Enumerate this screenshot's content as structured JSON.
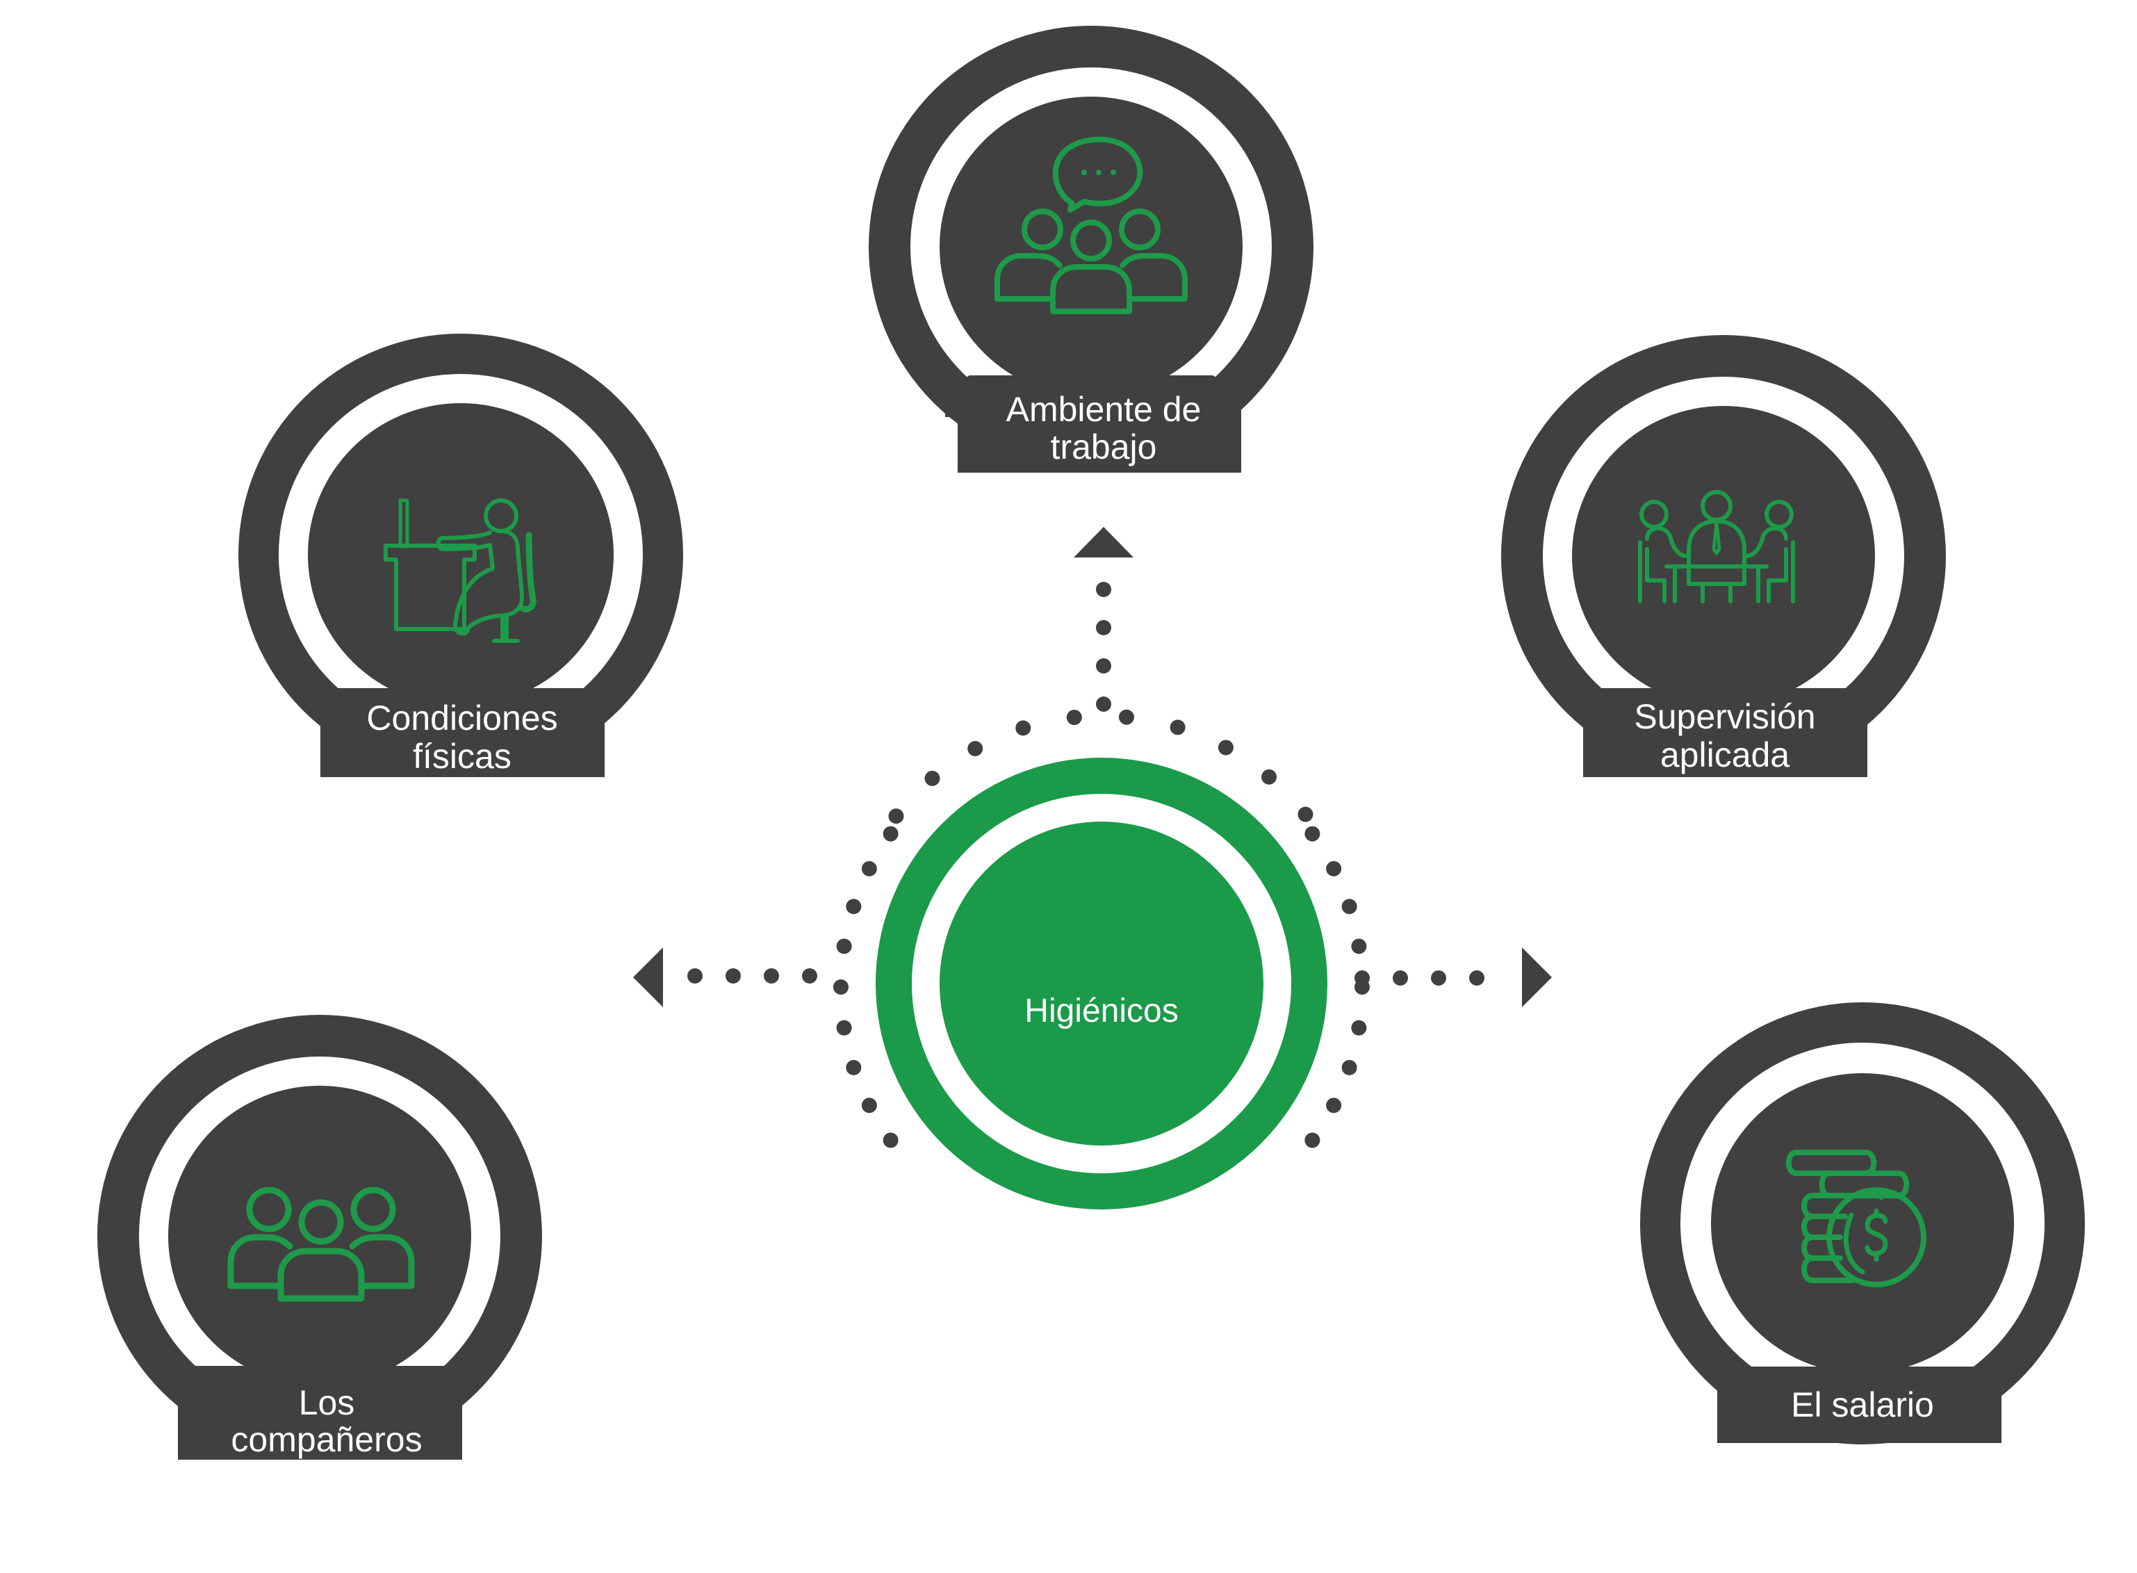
{
  "colors": {
    "dark": "#404040",
    "green": "#1b9a4a",
    "icon_green": "#1e9a4a",
    "white": "#ffffff"
  },
  "center": {
    "label": "Higiénicos"
  },
  "factors": [
    {
      "id": "ambiente",
      "lines": [
        "Ambiente de",
        "trabajo"
      ],
      "icon": "team-chat-icon"
    },
    {
      "id": "condiciones",
      "lines": [
        "Condiciones",
        "físicas"
      ],
      "icon": "desk-worker-icon"
    },
    {
      "id": "supervision",
      "lines": [
        "Supervisión",
        "aplicada"
      ],
      "icon": "meeting-table-icon"
    },
    {
      "id": "companeros",
      "lines": [
        "Los",
        "compañeros"
      ],
      "icon": "group-people-icon"
    },
    {
      "id": "salario",
      "lines": [
        "El salario"
      ],
      "icon": "coins-dollar-icon"
    }
  ],
  "arrows": [
    "arrow-up",
    "arrow-left",
    "arrow-right"
  ]
}
